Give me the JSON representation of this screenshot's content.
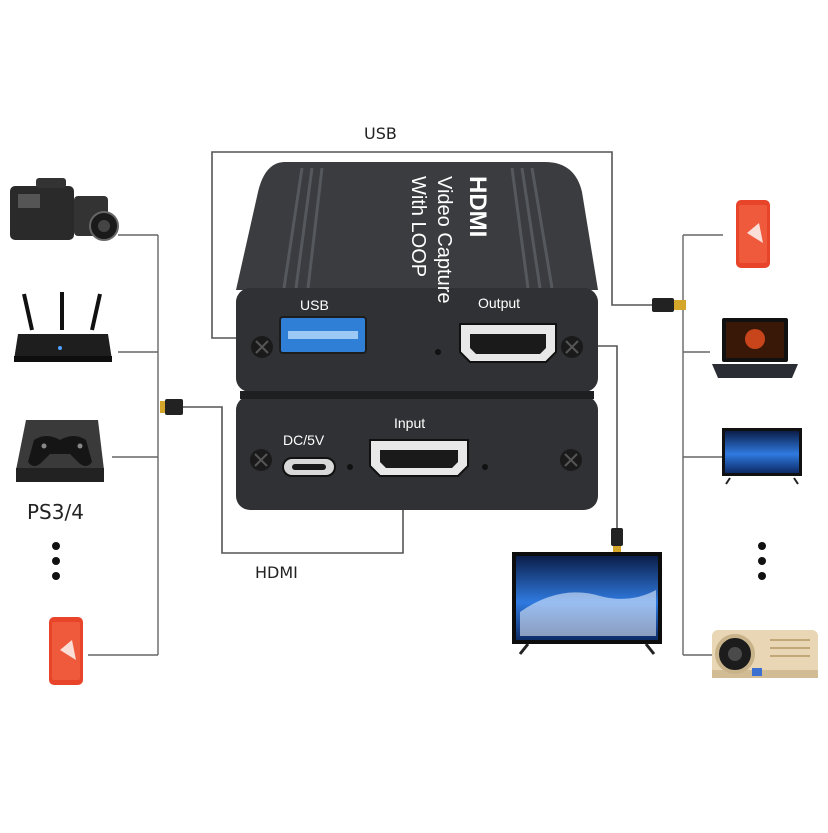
{
  "labels": {
    "usb_cable": "USB",
    "hdmi_cable": "HDMI",
    "ps_label": "PS3/4"
  },
  "device": {
    "brand": "HDMI",
    "title_line1": "Video Capture",
    "title_line2": "With LOOP",
    "port_usb": "USB",
    "port_output": "Output",
    "port_dc": "DC/5V",
    "port_input": "Input"
  },
  "icons": {
    "left": [
      "camcorder-icon",
      "router-icon",
      "game-console-icon",
      "more-dots-icon",
      "smartphone-icon"
    ],
    "right": [
      "smartphone-icon",
      "laptop-icon",
      "tv-icon",
      "more-dots-icon",
      "projector-icon"
    ],
    "output_display": "tv-icon"
  },
  "colors": {
    "device_body": "#3a3c3f",
    "device_dark": "#2b2d30",
    "usb_port_blue": "#2f7fd6",
    "line": "#555555",
    "phone_red": "#e8442a",
    "screen_blue": "#1f5fbf"
  }
}
